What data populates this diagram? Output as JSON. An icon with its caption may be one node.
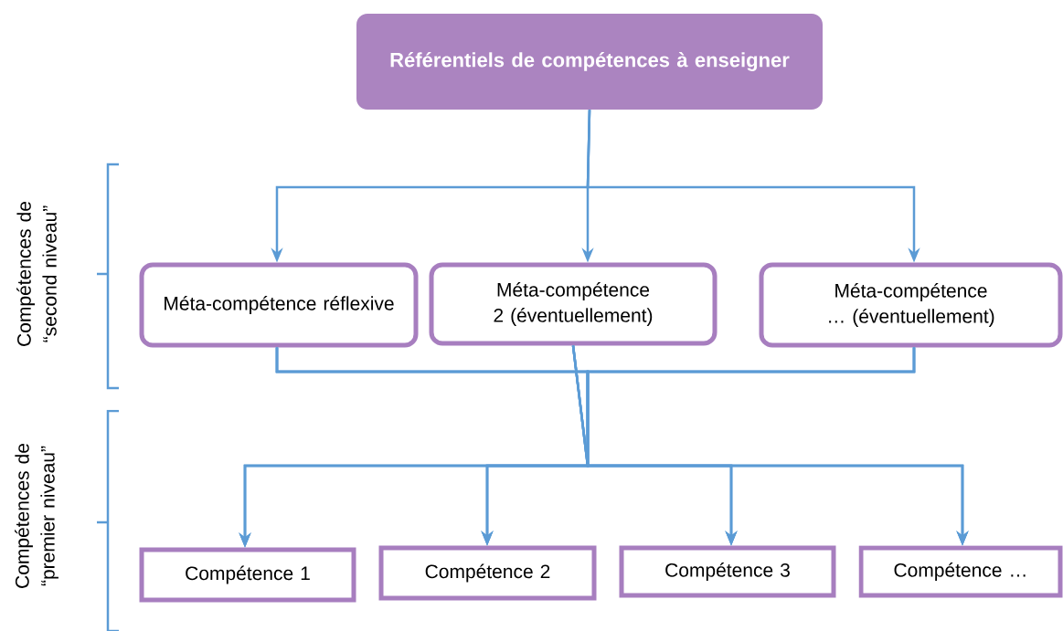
{
  "diagram": {
    "nodes": [
      {
        "text": [
          "Référentiels de compétences à enseigner"
        ]
      },
      {
        "text": [
          "Méta-compétence réflexive"
        ]
      },
      {
        "text": [
          "Méta-compétence 2 (éventuellement)"
        ]
      },
      {
        "text": [
          "Méta-compétence … (éventuellement)"
        ]
      },
      {
        "text": [
          "Compétence 1"
        ]
      },
      {
        "text": [
          "Compétence 2"
        ]
      },
      {
        "text": [
          "Compétence 3"
        ]
      },
      {
        "text": [
          "Compétence …"
        ]
      }
    ],
    "edges": [
      {
        "from": 0,
        "to": 1,
        "arrow": "to"
      },
      {
        "from": 0,
        "to": 2,
        "arrow": "to"
      },
      {
        "from": 0,
        "to": 3,
        "arrow": "to"
      },
      {
        "from": 1,
        "to": 4,
        "arrow": "to"
      },
      {
        "from": 1,
        "to": 5,
        "arrow": "to"
      },
      {
        "from": 1,
        "to": 6,
        "arrow": "to"
      },
      {
        "from": 1,
        "to": 7,
        "arrow": "to"
      },
      {
        "from": 2,
        "to": 4,
        "arrow": "to"
      },
      {
        "from": 2,
        "to": 5,
        "arrow": "to"
      },
      {
        "from": 2,
        "to": 6,
        "arrow": "to"
      },
      {
        "from": 2,
        "to": 7,
        "arrow": "to"
      },
      {
        "from": 3,
        "to": 4,
        "arrow": "to"
      },
      {
        "from": 3,
        "to": 5,
        "arrow": "to"
      },
      {
        "from": 3,
        "to": 6,
        "arrow": "to"
      },
      {
        "from": 3,
        "to": 7,
        "arrow": "to"
      }
    ],
    "labels": [
      "Compétences de “second niveau”",
      "Compétences de “premier niveau”"
    ]
  }
}
